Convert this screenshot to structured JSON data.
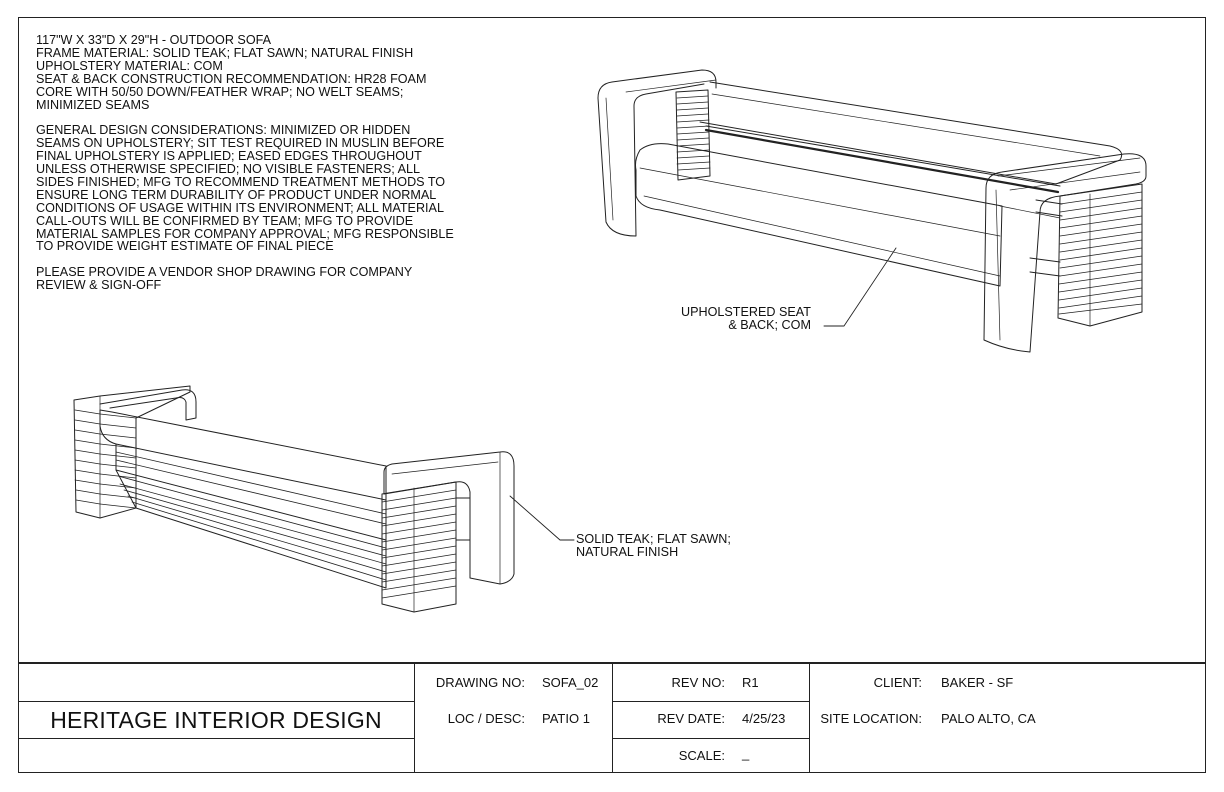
{
  "notes": {
    "spec_lines": [
      "117\"W x 33\"D x 29\"H - OUTDOOR SOFA",
      "FRAME MATERIAL: SOLID TEAK; FLAT SAWN; NATURAL FINISH",
      "UPHOLSTERY MATERIAL: COM",
      "SEAT & BACK CONSTRUCTION RECOMMENDATION: HR28 FOAM",
      "CORE WITH 50/50 DOWN/FEATHER WRAP; NO WELT SEAMS;",
      "MINIMIZED SEAMS"
    ],
    "general_lines": [
      "GENERAL DESIGN CONSIDERATIONS: MINIMIZED OR HIDDEN",
      "SEAMS ON UPHOLSTERY; SIT TEST REQUIRED IN MUSLIN BEFORE",
      "FINAL UPHOLSTERY IS APPLIED; EASED EDGES THROUGHOUT",
      "UNLESS OTHERWISE SPECIFIED; NO VISIBLE FASTENERS; ALL",
      "SIDES FINISHED; MFG TO RECOMMEND TREATMENT METHODS TO",
      "ENSURE LONG TERM DURABILITY OF PRODUCT UNDER NORMAL",
      "CONDITIONS OF USAGE WITHIN ITS ENVIRONMENT; ALL MATERIAL",
      "CALL-OUTS WILL BE CONFIRMED BY TEAM; MFG TO PROVIDE",
      "MATERIAL SAMPLES FOR COMPANY APPROVAL; MFG RESPONSIBLE",
      "TO PROVIDE WEIGHT ESTIMATE OF FINAL PIECE"
    ],
    "request_lines": [
      "PLEASE PROVIDE A VENDOR SHOP DRAWING FOR COMPANY",
      "REVIEW & SIGN-OFF"
    ]
  },
  "callouts": {
    "seat": [
      "UPHOLSTERED SEAT",
      "& BACK; COM"
    ],
    "teak": [
      "SOLID TEAK; FLAT SAWN;",
      "NATURAL FINISH"
    ]
  },
  "title_block": {
    "firm": "HERITAGE INTERIOR DESIGN",
    "drawing_no_label": "DRAWING NO:",
    "drawing_no": "SOFA_02",
    "loc_label": "LOC / DESC:",
    "loc": "PATIO 1",
    "rev_no_label": "REV NO:",
    "rev_no": "R1",
    "rev_date_label": "REV DATE:",
    "rev_date": "4/25/23",
    "scale_label": "SCALE:",
    "scale": "_",
    "client_label": "CLIENT:",
    "client": "BAKER - SF",
    "site_label": "SITE LOCATION:",
    "site": "PALO ALTO, CA"
  },
  "colors": {
    "ink": "#222222",
    "paper": "#ffffff"
  }
}
